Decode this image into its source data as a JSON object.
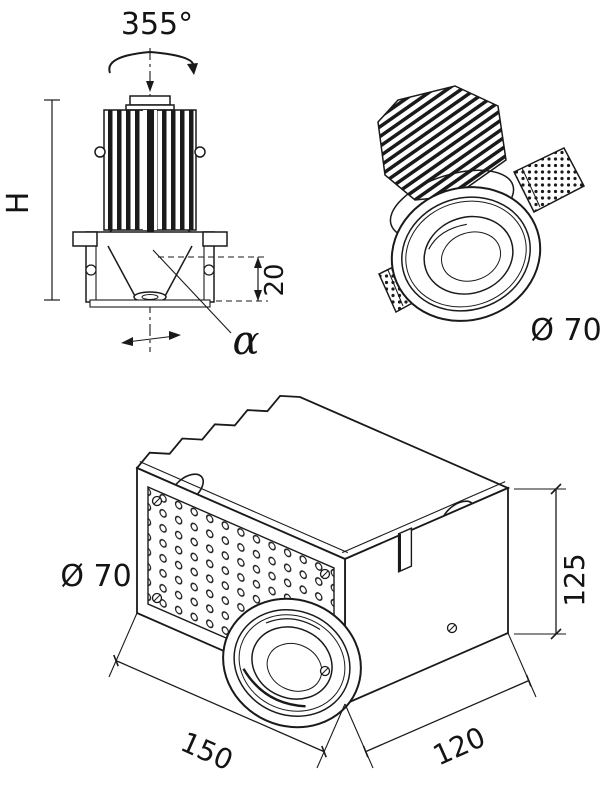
{
  "drawing": {
    "front_view": {
      "rotation_angle": "355°",
      "height_dim": "H",
      "recess_depth": "20",
      "tilt_angle": "α"
    },
    "module_view": {
      "diameter": "Ø 70"
    },
    "housing_view": {
      "cutout_diameter": "Ø 70",
      "height": "125",
      "length": "150",
      "width": "120"
    }
  }
}
